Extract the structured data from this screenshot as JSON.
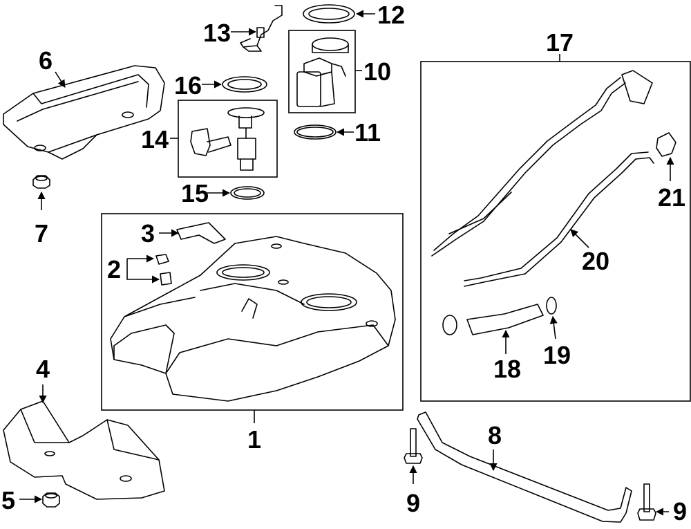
{
  "callouts": {
    "c1": "1",
    "c2": "2",
    "c3": "3",
    "c4": "4",
    "c5": "5",
    "c6": "6",
    "c7": "7",
    "c8": "8",
    "c9a": "9",
    "c9b": "9",
    "c10": "10",
    "c11": "11",
    "c12": "12",
    "c13": "13",
    "c14": "14",
    "c15": "15",
    "c16": "16",
    "c17": "17",
    "c18": "18",
    "c19": "19",
    "c20": "20",
    "c21": "21"
  }
}
